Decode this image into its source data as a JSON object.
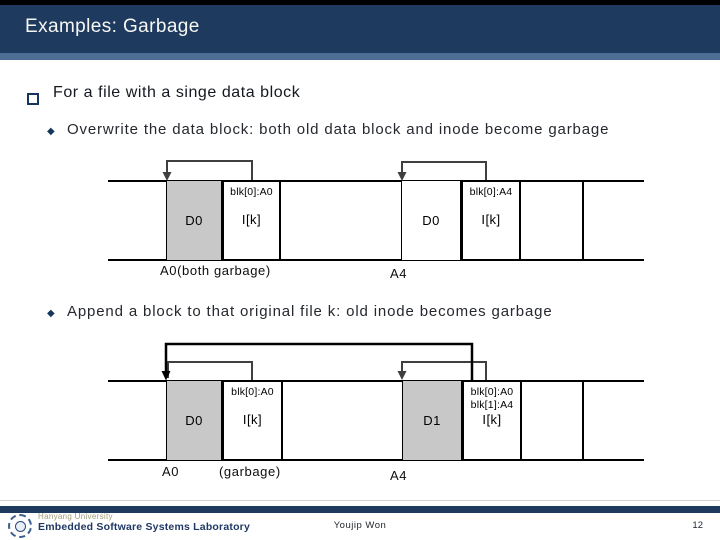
{
  "header": {
    "title": "Examples: Garbage"
  },
  "bullets": {
    "main": "For a file with a singe data block",
    "sub1": "Overwrite the data block: both old data block and inode become garbage",
    "sub2": "Append a block to that original file k: old inode becomes garbage"
  },
  "diagram1": {
    "d0_old_label": "D0",
    "inode_old_ref": "blk[0]:A0",
    "inode_old_label": "I[k]",
    "d0_new_label": "D0",
    "inode_new_ref": "blk[0]:A4",
    "inode_new_label": "I[k]",
    "addr_old_label": "A0(both garbage)",
    "addr_new_label": "A4"
  },
  "diagram2": {
    "d0_label": "D0",
    "inode_old_ref": "blk[0]:A0",
    "inode_old_label": "I[k]",
    "d1_label": "D1",
    "inode_new_ref1": "blk[0]:A0",
    "inode_new_ref2": "blk[1]:A4",
    "inode_new_label": "I[k]",
    "addr_a0_label": "A0",
    "garbage_label": "(garbage)",
    "addr_a4_label": "A4"
  },
  "footer": {
    "university": "Hanyang University",
    "lab": "Embedded Software Systems Laboratory",
    "author": "Youjip Won",
    "page": "12"
  },
  "colors": {
    "header_navy": "#1e3a5e",
    "header_accent": "#4d6f96",
    "bullet_navy": "#17365d",
    "garbage_gray": "#c8c8c8",
    "pointer_gray": "#3f3f3f",
    "pointer_black": "#000000",
    "lab_navy": "#1f3864",
    "univ_tan": "#a39d7c"
  }
}
